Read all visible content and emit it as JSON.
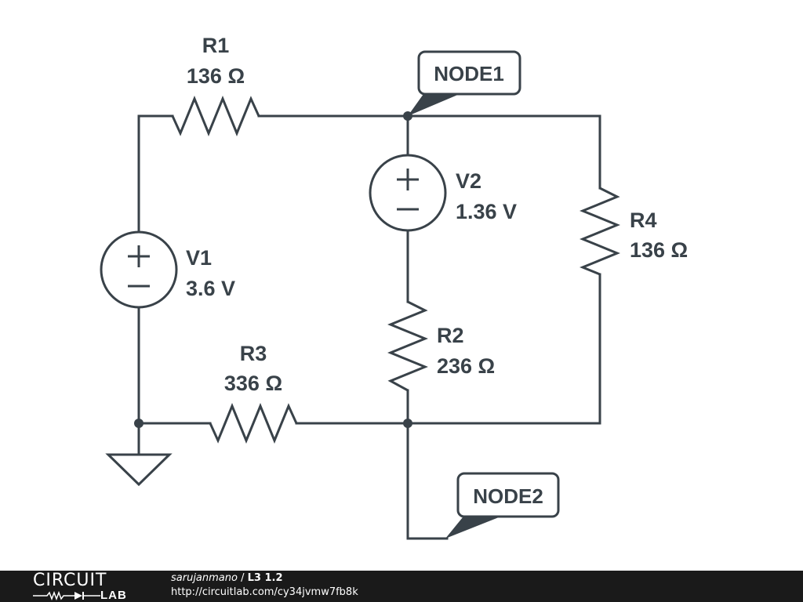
{
  "schematic": {
    "components": {
      "R1": {
        "name": "R1",
        "value": "136 Ω"
      },
      "R2": {
        "name": "R2",
        "value": "236 Ω"
      },
      "R3": {
        "name": "R3",
        "value": "336 Ω"
      },
      "R4": {
        "name": "R4",
        "value": "136 Ω"
      },
      "V1": {
        "name": "V1",
        "value": "3.6 V",
        "plus": "+",
        "minus": "−"
      },
      "V2": {
        "name": "V2",
        "value": "1.36 V",
        "plus": "+",
        "minus": "−"
      }
    },
    "nodes": {
      "node1": "NODE1",
      "node2": "NODE2"
    },
    "colors": {
      "ink": "#394249",
      "background": "#ffffff",
      "footer": "#1a1a1a"
    }
  },
  "footer": {
    "logo_top": "CIRCUIT",
    "logo_bottom": "LAB",
    "author": "sarujanmano",
    "separator": " / ",
    "title": "L3 1.2",
    "url": "http://circuitlab.com/cy34jvmw7fb8k"
  }
}
